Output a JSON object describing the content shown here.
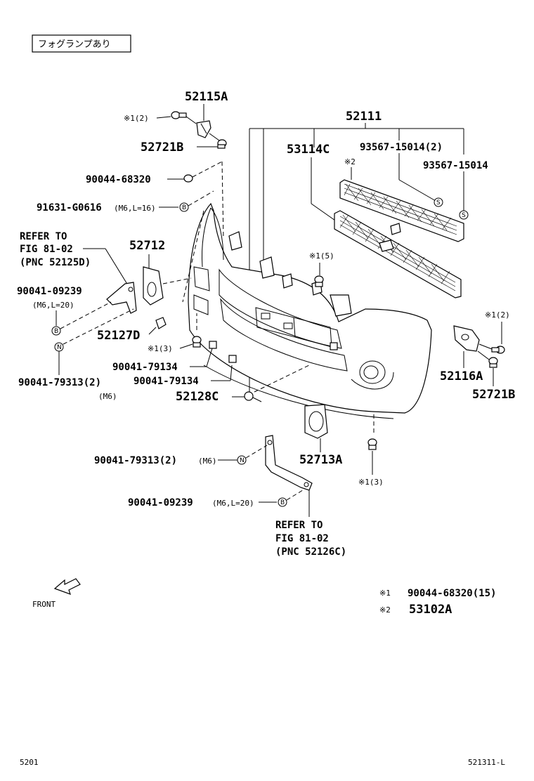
{
  "header_box": "フォグランプあり",
  "labels": {
    "p52115A": "52115A",
    "note_x1_2_top": "※1(2)",
    "p52721B_top": "52721B",
    "p90044_68320": "90044-68320",
    "p91631": "91631-G0616",
    "p91631_spec": "(M6,L=16)",
    "p52111": "52111",
    "p53114C": "53114C",
    "p93567_2": "93567-15014(2)",
    "note_x2": "※2",
    "p93567": "93567-15014",
    "refer_top_1": "REFER TO",
    "refer_top_2": "FIG 81-02",
    "refer_top_3": "(PNC 52125D)",
    "p52712": "52712",
    "note_x1_5": "※1(5)",
    "p90041_09239": "90041-09239",
    "p90041_09239_spec": "(M6,L=20)",
    "p52127D": "52127D",
    "note_x1_3_left": "※1(3)",
    "p90041_79134_a": "90041-79134",
    "p90041_79134_b": "90041-79134",
    "p90041_79313_2": "90041-79313(2)",
    "p90041_79313_spec": "(M6)",
    "p52128C": "52128C",
    "note_x1_2_right": "※1(2)",
    "p52116A": "52116A",
    "p52721B_right": "52721B",
    "p52713A": "52713A",
    "note_x1_3_bottom": "※1(3)",
    "p90041_79313_2b": "90041-79313(2)",
    "p90041_79313_2b_spec": "(M6)",
    "p90041_09239_b": "90041-09239",
    "p90041_09239_b_spec": "(M6,L=20)",
    "refer_bot_1": "REFER TO",
    "refer_bot_2": "FIG 81-02",
    "refer_bot_3": "(PNC 52126C)",
    "front": "FRONT",
    "legend_1_key": "※1",
    "legend_1_val": "90044-68320(15)",
    "legend_2_key": "※2",
    "legend_2_val": "53102A",
    "footer_left": "5201",
    "footer_right": "521311-L"
  },
  "circle_symbols": {
    "B": "B",
    "N": "N",
    "S": "S"
  }
}
